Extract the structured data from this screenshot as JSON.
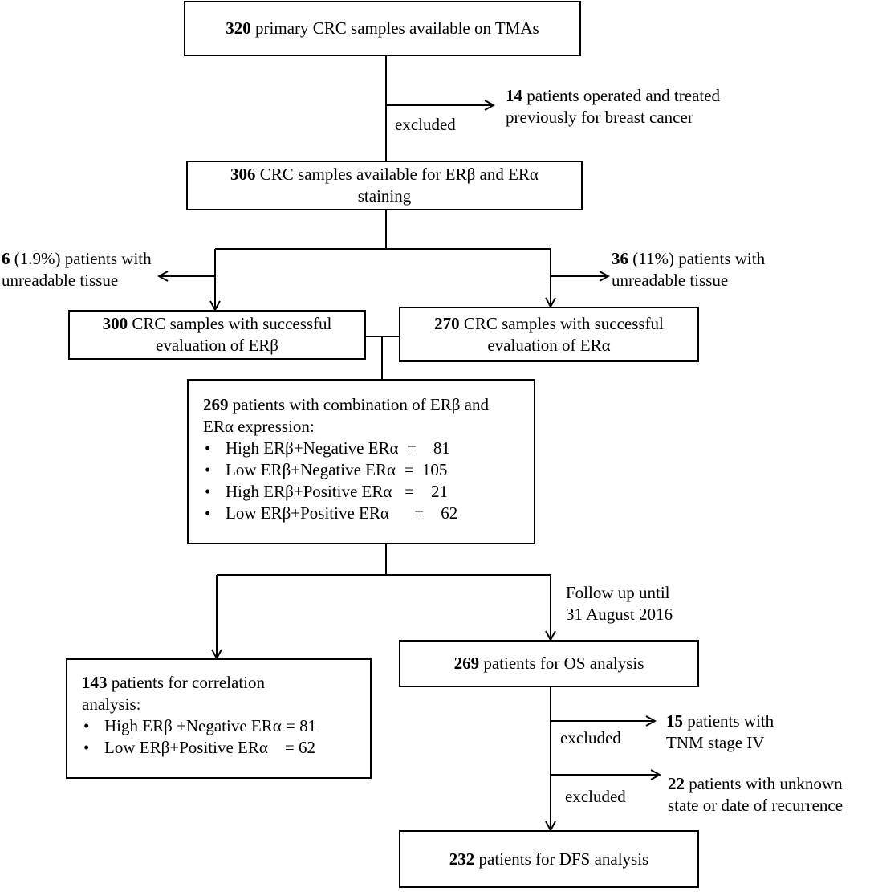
{
  "boxes": {
    "tma": {
      "num": "320",
      "text": "primary CRC samples available on TMAs"
    },
    "staining": {
      "num": "306",
      "text1": "CRC samples available for ERβ and ERα",
      "text2": "staining"
    },
    "erb": {
      "num": "300",
      "text1": "CRC samples with successful",
      "text2": "evaluation of ERβ"
    },
    "era": {
      "num": "270",
      "text1": "CRC samples with successful",
      "text2": "evaluation of ERα"
    },
    "combo": {
      "num": "269",
      "text1": "patients with combination of ERβ and",
      "text2": "ERα expression:",
      "items": [
        "High ERβ+Negative ERα  =    81",
        "Low ERβ+Negative ERα  =  105",
        "High ERβ+Positive ERα   =    21",
        "Low ERβ+Positive ERα      =    62"
      ]
    },
    "corr": {
      "num": "143",
      "text1": "patients for correlation",
      "text2": "analysis:",
      "items": [
        "High ERβ +Negative ERα = 81",
        "Low ERβ+Positive ERα    = 62"
      ]
    },
    "os": {
      "num": "269",
      "text": "patients for OS analysis"
    },
    "dfs": {
      "num": "232",
      "text": "patients for DFS analysis"
    }
  },
  "side": {
    "breast": {
      "num": "14",
      "text1": "patients operated and treated",
      "text2": "previously for  breast cancer"
    },
    "excluded1": "excluded",
    "unread_left": {
      "num": "6",
      "text1": "(1.9%) patients with",
      "text2": "unreadable tissue"
    },
    "unread_right": {
      "num": "36",
      "text1": "(11%) patients with",
      "text2": "unreadable tissue"
    },
    "followup": {
      "text1": "Follow up until",
      "text2": "31 August 2016"
    },
    "tnm": {
      "num": "15",
      "text1": "patients with",
      "text2": "TNM stage IV"
    },
    "excluded2": "excluded",
    "recur": {
      "num": "22",
      "text1": "patients with unknown",
      "text2": "state or date of recurrence"
    },
    "excluded3": "excluded"
  }
}
